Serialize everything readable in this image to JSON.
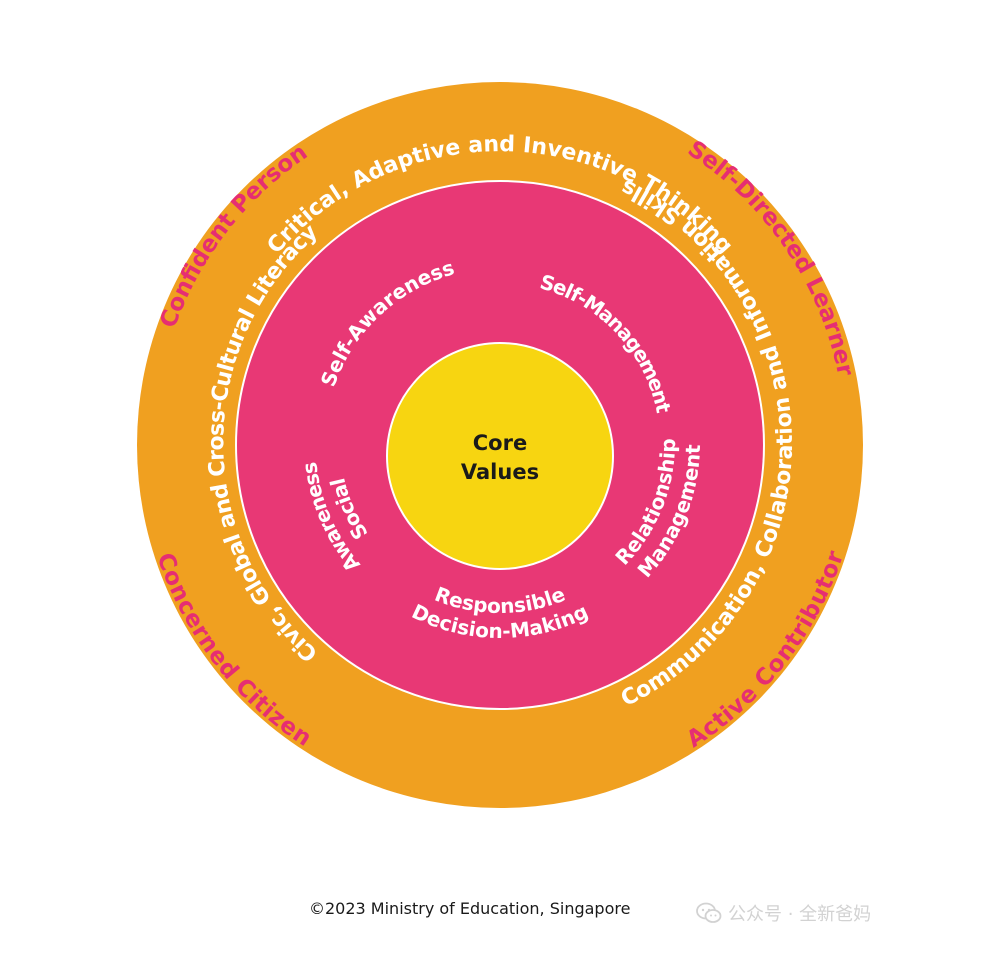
{
  "outer_labels": {
    "top_left": "Confident Person",
    "top_right": "Self-Directed Learner",
    "bottom_left": "Concerned Citizen",
    "bottom_right": "Active Contributor"
  },
  "orange_ring": {
    "top": "Critical, Adaptive and Inventive Thinking",
    "left": "Civic, Global and Cross-Cultural Literacy",
    "right": "Communication, Collaboration and Information Skills"
  },
  "pink_ring": {
    "self_awareness": "Self-Awareness",
    "self_management": "Self-Management",
    "social_awareness_line1": "Social",
    "social_awareness_line2": "Awareness",
    "relationship_line1": "Relationship",
    "relationship_line2": "Management",
    "decision_line1": "Responsible",
    "decision_line2": "Decision-Making"
  },
  "core": {
    "line1": "Core",
    "line2": "Values"
  },
  "footer": {
    "copyright": "©2023 Ministry of Education, Singapore",
    "watermark": "公众号 · 全新爸妈"
  },
  "colors": {
    "orange": "#f0a020",
    "pink": "#e83875",
    "yellow": "#f7d511",
    "outer_text": "#e62e72",
    "ring_text": "#ffffff",
    "core_text": "#1a1a1a"
  }
}
